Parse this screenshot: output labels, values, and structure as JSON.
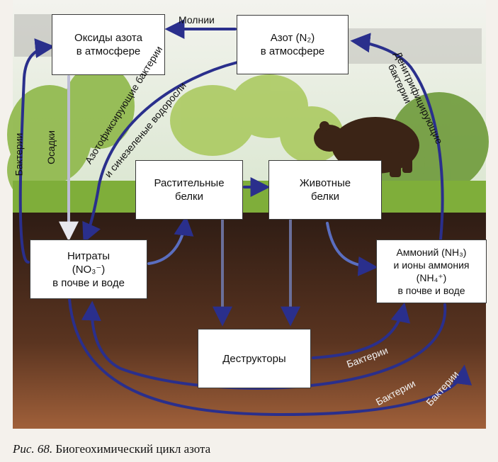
{
  "boxes": {
    "oxides": {
      "line1": "Оксиды азота",
      "line2": "в атмосфере"
    },
    "nitrogen": {
      "line1": "Азот (N₂)",
      "line2": "в атмосфере"
    },
    "plant": {
      "line1": "Растительные",
      "line2": "белки"
    },
    "animal": {
      "line1": "Животные",
      "line2": "белки"
    },
    "nitrates": {
      "line1": "Нитраты",
      "line2": "(NO₃⁻)",
      "line3": "в почве и воде"
    },
    "ammonium": {
      "line1": "Аммоний (NH₃)",
      "line2": "и ионы аммония",
      "line3": "(NH₄⁺)",
      "line4": "в почве и воде"
    },
    "decomposers": {
      "line1": "Деструкторы"
    }
  },
  "labels": {
    "lightning": "Молнии",
    "bacteria_left": "Бактерии",
    "precipitation": "Осадки",
    "nitrogen_fixing": "Азотофиксирующие бактерии",
    "blue_green": "и синезеленые водоросли",
    "denitrifying": "Денитрифицирующие",
    "denitrifying_2": "бактерии",
    "bacteria_1": "Бактерии",
    "bacteria_2": "Бактерии",
    "bacteria_3": "Бактерии"
  },
  "caption": {
    "fig": "Рис. 68.",
    "text": "Биогеохимический цикл азота"
  },
  "colors": {
    "arrow": "#2a2f8c",
    "soil": "#3a2418",
    "sky": "#e9efe4",
    "grass": "#7fae3a"
  }
}
